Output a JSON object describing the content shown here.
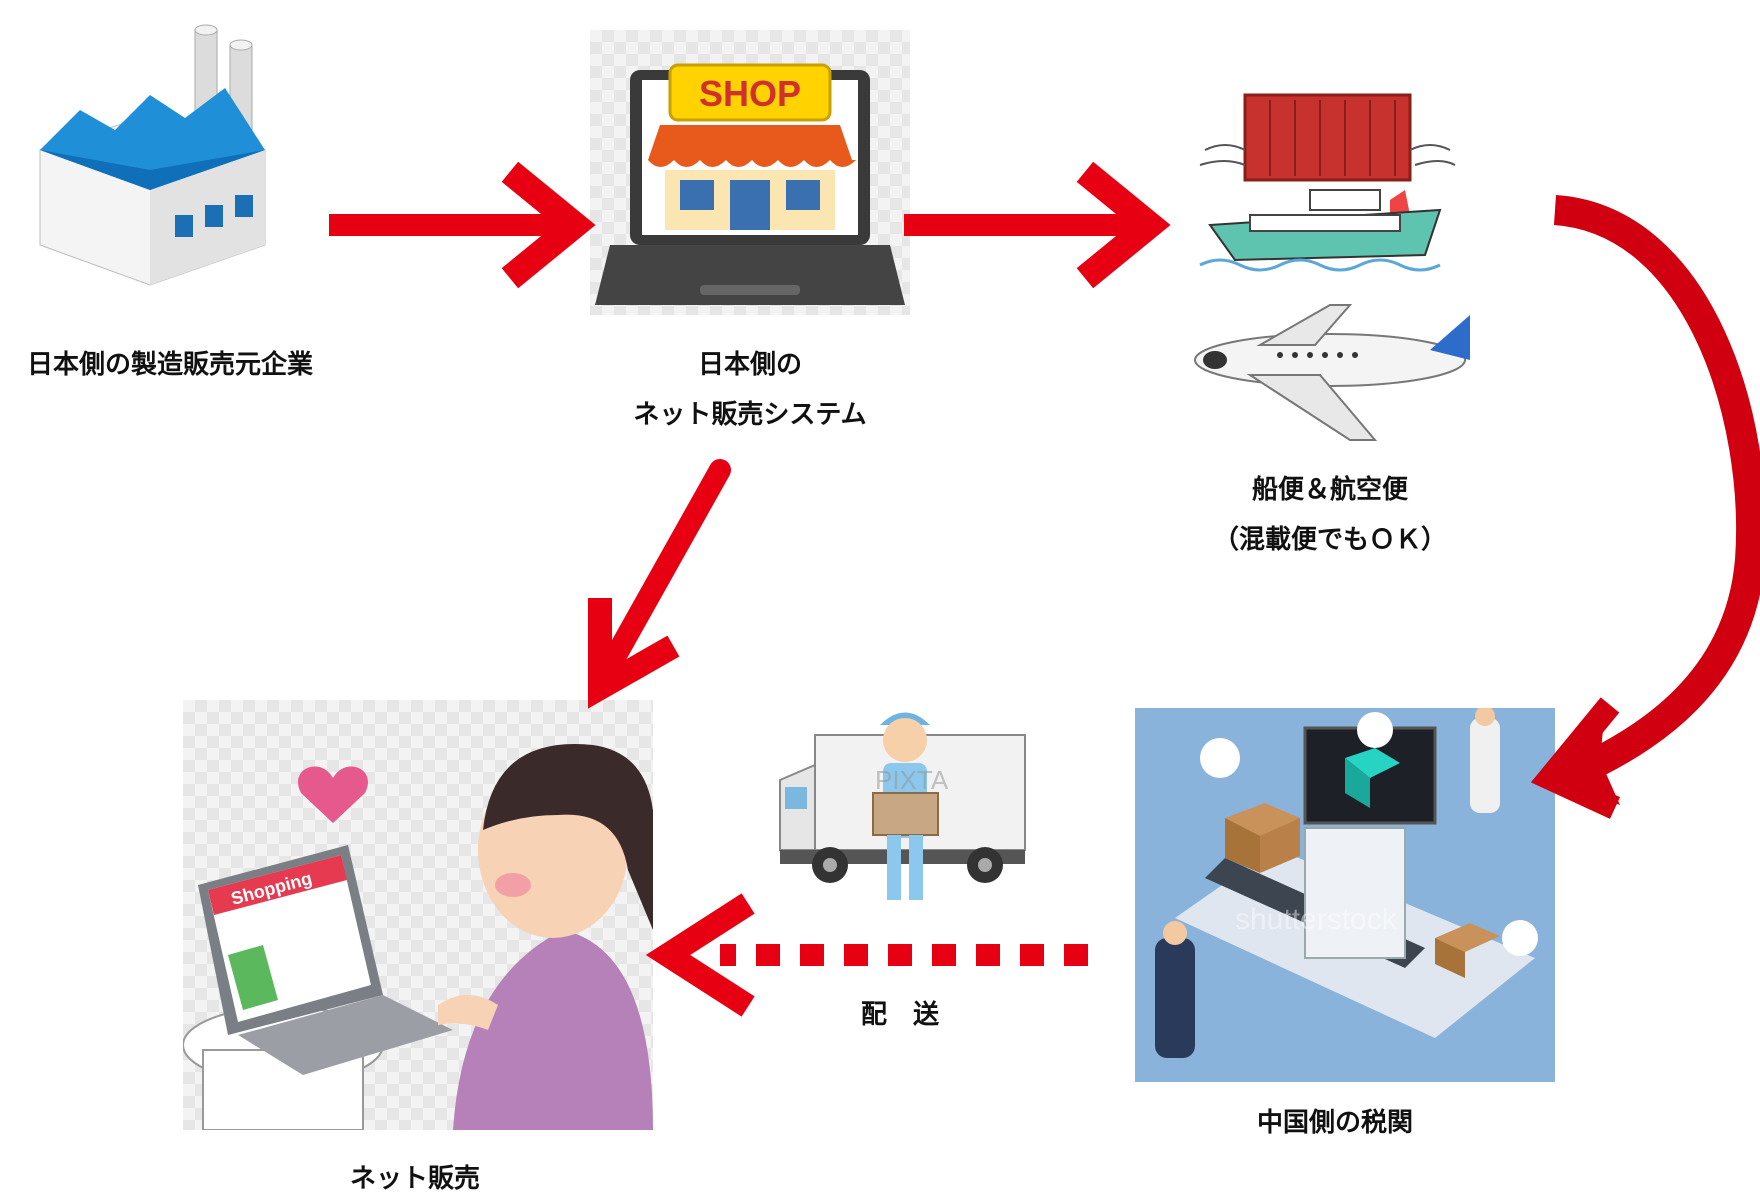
{
  "nodes": {
    "factory": {
      "label": "日本側の製造販売元企業"
    },
    "shop": {
      "label_line1": "日本側の",
      "label_line2": "ネット販売システム",
      "sign": "SHOP"
    },
    "shipping": {
      "label_line1": "船便＆航空便",
      "label_line2": "（混載便でもＯＫ）"
    },
    "customs": {
      "label": "中国側の税関"
    },
    "consumer": {
      "label": "ネット販売",
      "screen_text": "Shopping"
    },
    "delivery": {
      "label": "配　送"
    }
  },
  "watermarks": {
    "pixta": "PIXTA",
    "shutterstock": "shutterstock"
  },
  "colors": {
    "arrow": "#e60012",
    "arrow_dark": "#c8000f"
  },
  "icons": [
    "factory-icon",
    "laptop-shop-icon",
    "container-ship-icon",
    "airplane-icon",
    "customs-inspection-icon",
    "delivery-truck-icon",
    "woman-shopping-icon",
    "heart-icon"
  ]
}
